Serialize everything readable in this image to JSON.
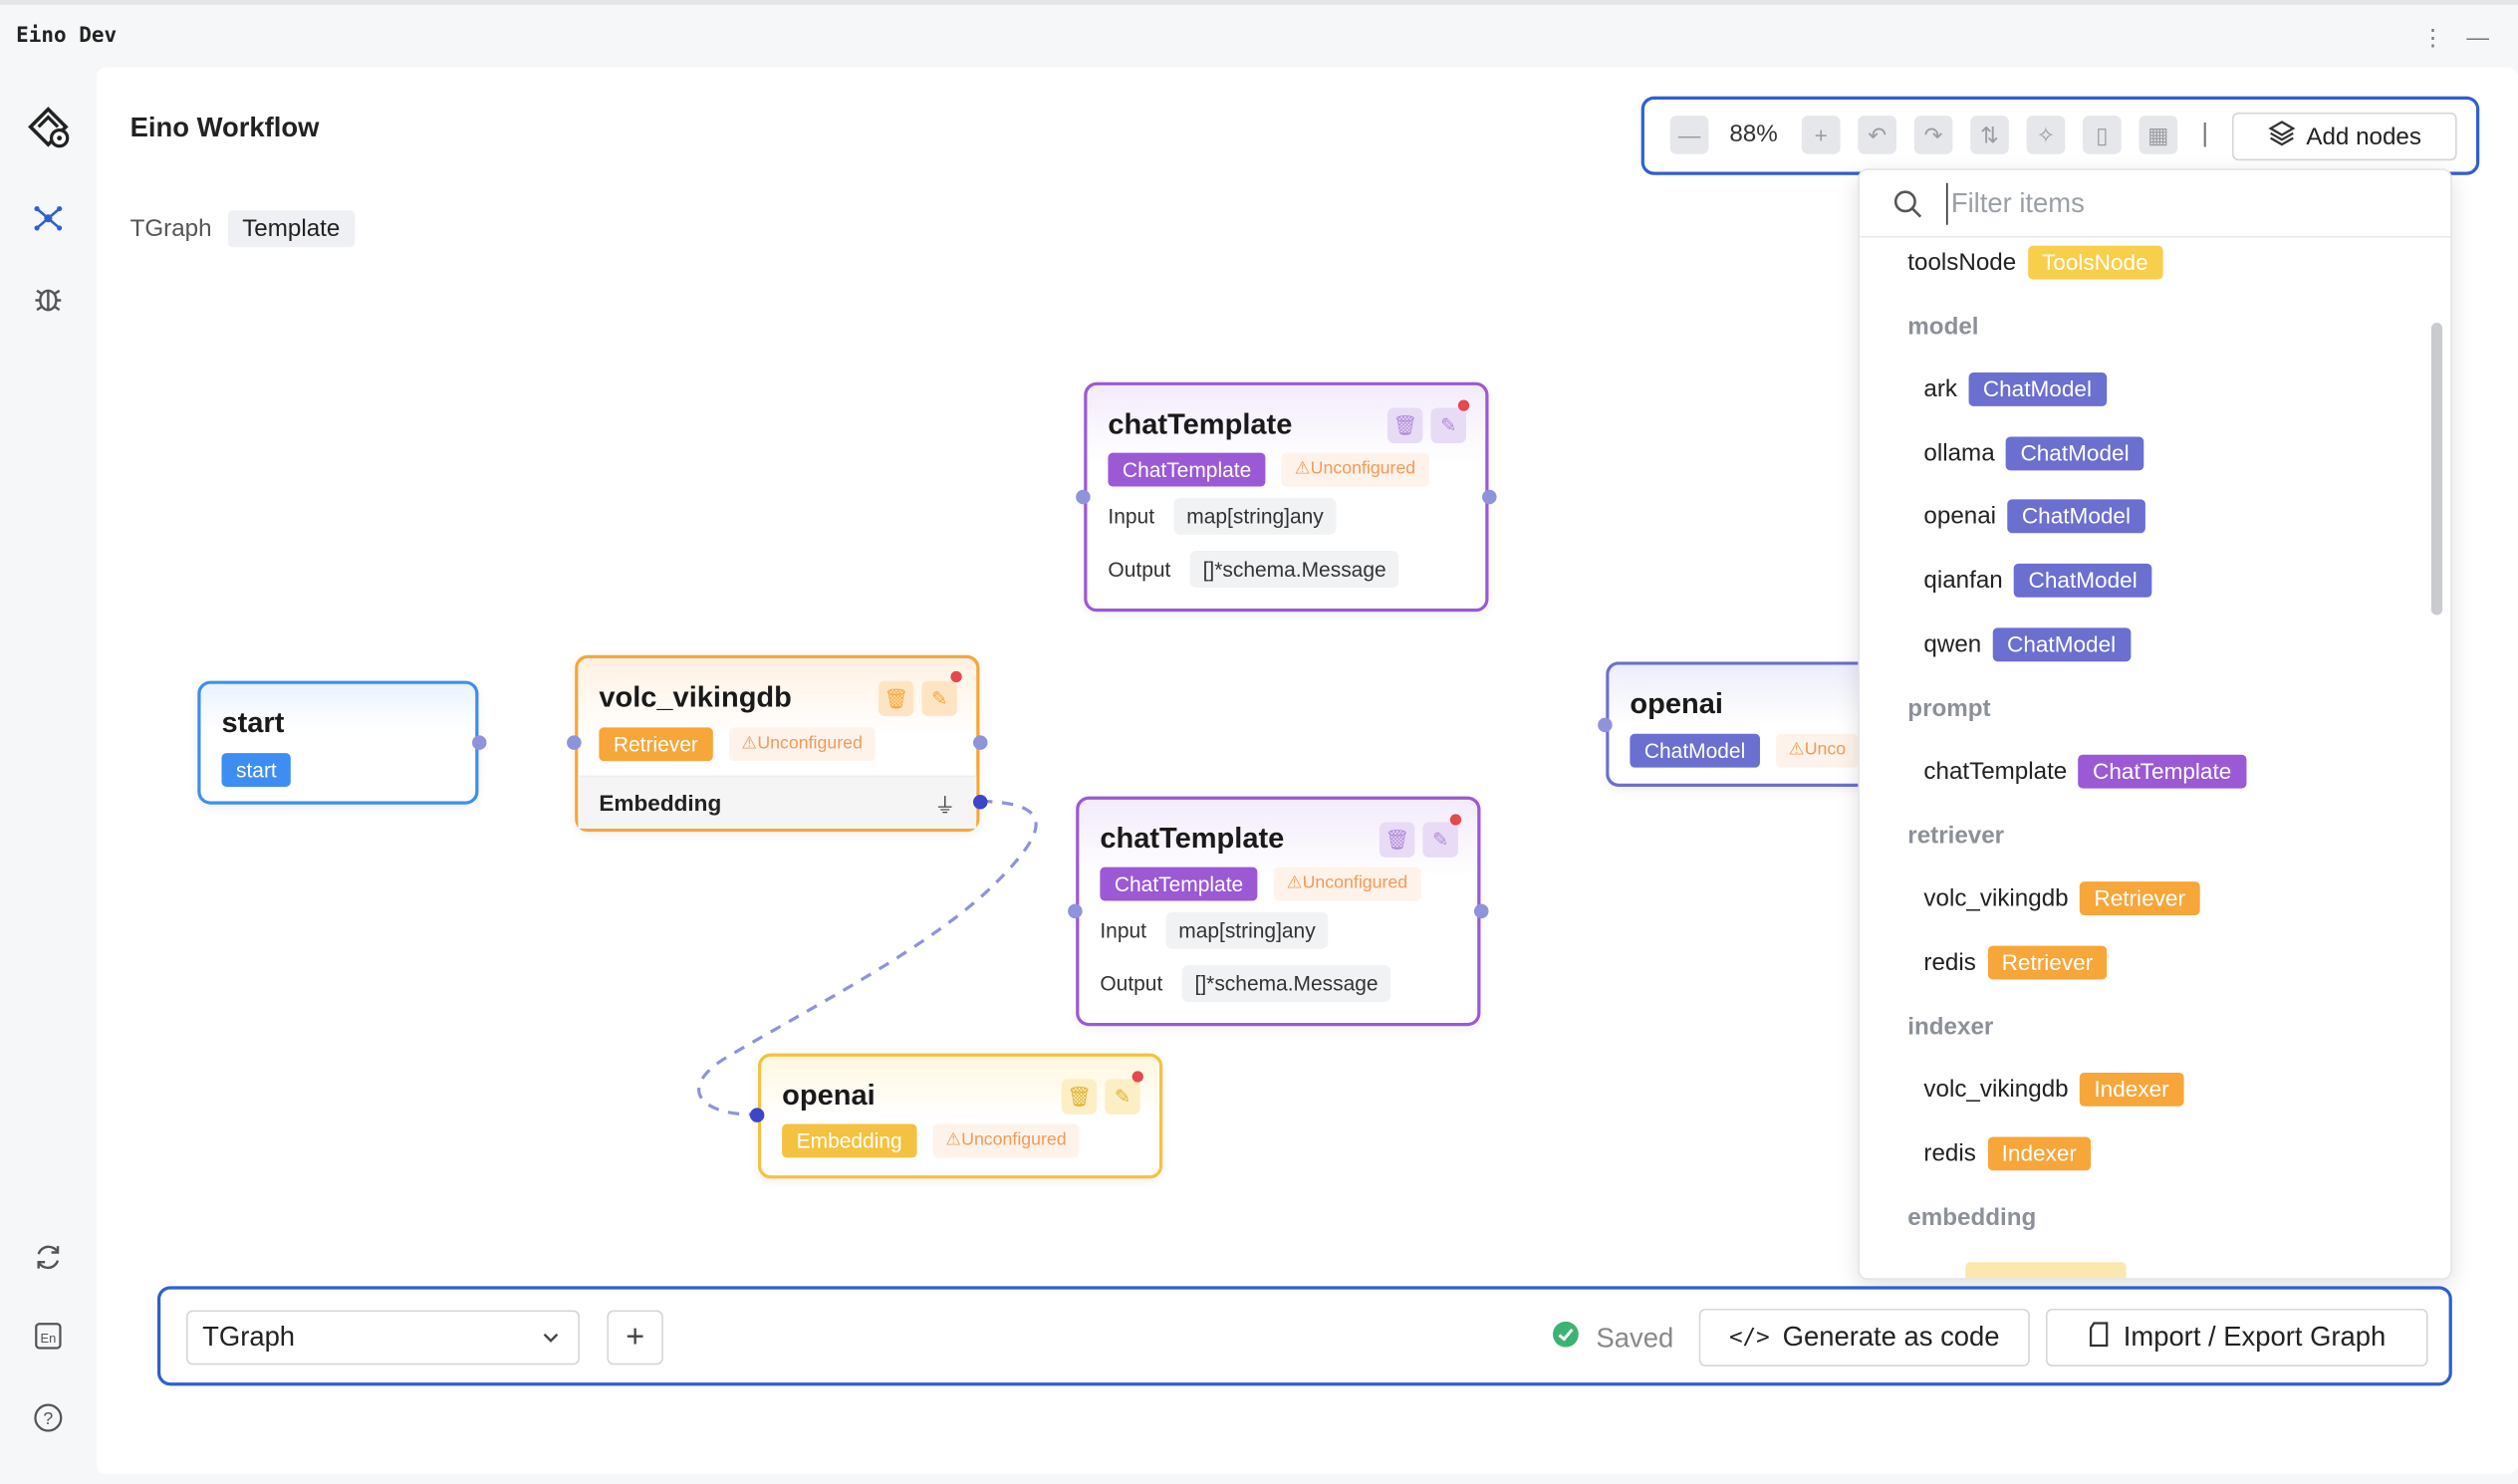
{
  "window": {
    "title": "Eino Dev"
  },
  "app": {
    "title": "Eino Workflow"
  },
  "breadcrumb": {
    "graph": "TGraph",
    "active": "Template"
  },
  "toolbar": {
    "zoom": "88%",
    "add_nodes_label": "Add nodes"
  },
  "nodes": {
    "start": {
      "title": "start",
      "tag": "start"
    },
    "volc_vikingdb": {
      "title": "volc_vikingdb",
      "tag": "Retriever",
      "warning": "⚠Unconfigured",
      "sub_label": "Embedding"
    },
    "chat_template_1": {
      "title": "chatTemplate",
      "tag": "ChatTemplate",
      "warning": "⚠Unconfigured",
      "input_label": "Input",
      "input_type": "map[string]any",
      "output_label": "Output",
      "output_type": "[]*schema.Message"
    },
    "chat_template_2": {
      "title": "chatTemplate",
      "tag": "ChatTemplate",
      "warning": "⚠Unconfigured",
      "input_label": "Input",
      "input_type": "map[string]any",
      "output_label": "Output",
      "output_type": "[]*schema.Message"
    },
    "openai_embedding": {
      "title": "openai",
      "tag": "Embedding",
      "warning": "⚠Unconfigured"
    },
    "openai_chat": {
      "title": "openai",
      "tag": "ChatModel",
      "warning": "⚠Unco"
    }
  },
  "dropdown": {
    "placeholder": "Filter items",
    "tools": {
      "name": "toolsNode",
      "tag": "ToolsNode"
    },
    "groups": {
      "model": "model",
      "prompt": "prompt",
      "retriever": "retriever",
      "indexer": "indexer",
      "embedding": "embedding"
    },
    "model_items": [
      {
        "name": "ark",
        "tag": "ChatModel"
      },
      {
        "name": "ollama",
        "tag": "ChatModel"
      },
      {
        "name": "openai",
        "tag": "ChatModel"
      },
      {
        "name": "qianfan",
        "tag": "ChatModel"
      },
      {
        "name": "qwen",
        "tag": "ChatModel"
      }
    ],
    "prompt_items": [
      {
        "name": "chatTemplate",
        "tag": "ChatTemplate"
      }
    ],
    "retriever_items": [
      {
        "name": "volc_vikingdb",
        "tag": "Retriever"
      },
      {
        "name": "redis",
        "tag": "Retriever"
      }
    ],
    "indexer_items": [
      {
        "name": "volc_vikingdb",
        "tag": "Indexer"
      },
      {
        "name": "redis",
        "tag": "Indexer"
      }
    ]
  },
  "bottom": {
    "graph_select": "TGraph",
    "status": "Saved",
    "generate_label": "Generate as code",
    "import_export_label": "Import / Export Graph"
  },
  "colors": {
    "accent": "#2f5fd0",
    "chatmodel": "#6b6fcf",
    "chattemplate": "#9b59d6",
    "retriever": "#f7a63a",
    "indexer": "#f7a63a",
    "embedding": "#f4c240",
    "toolsnode": "#f7cf4a",
    "start": "#3d8ef0"
  }
}
